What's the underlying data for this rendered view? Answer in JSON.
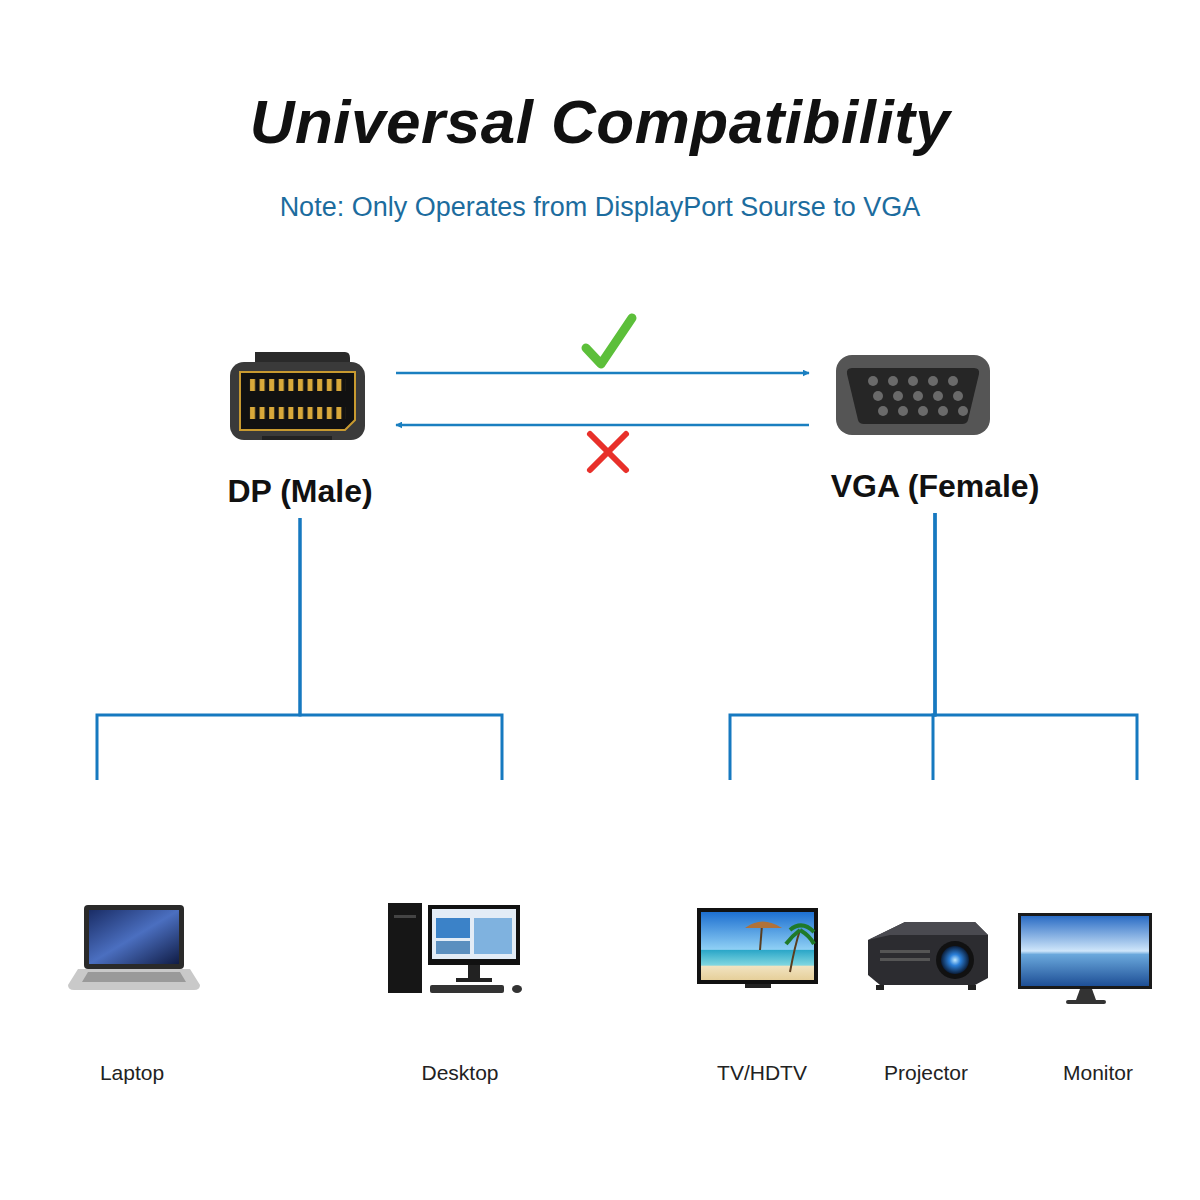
{
  "diagram": {
    "title": "Universal Compatibility",
    "nodes": [
      {
        "text": [
          "DP (Male)"
        ]
      },
      {
        "text": [
          "VGA (Female)"
        ]
      },
      {
        "text": [
          "Laptop"
        ]
      },
      {
        "text": [
          "Desktop"
        ]
      },
      {
        "text": [
          "TV/HDTV"
        ]
      },
      {
        "text": [
          "Projector"
        ]
      },
      {
        "text": [
          "Monitor"
        ]
      }
    ],
    "edges": [
      {
        "from": 0,
        "to": 1,
        "arrow": "to"
      },
      {
        "from": 1,
        "to": 0,
        "arrow": "to"
      },
      {
        "from": 0,
        "to": 2,
        "arrow": "none"
      },
      {
        "from": 0,
        "to": 3,
        "arrow": "none"
      },
      {
        "from": 1,
        "to": 4,
        "arrow": "none"
      },
      {
        "from": 1,
        "to": 5,
        "arrow": "none"
      },
      {
        "from": 1,
        "to": 6,
        "arrow": "none"
      }
    ],
    "labels": [
      "Note: Only Operates from DisplayPort Sourse to VGA"
    ]
  }
}
